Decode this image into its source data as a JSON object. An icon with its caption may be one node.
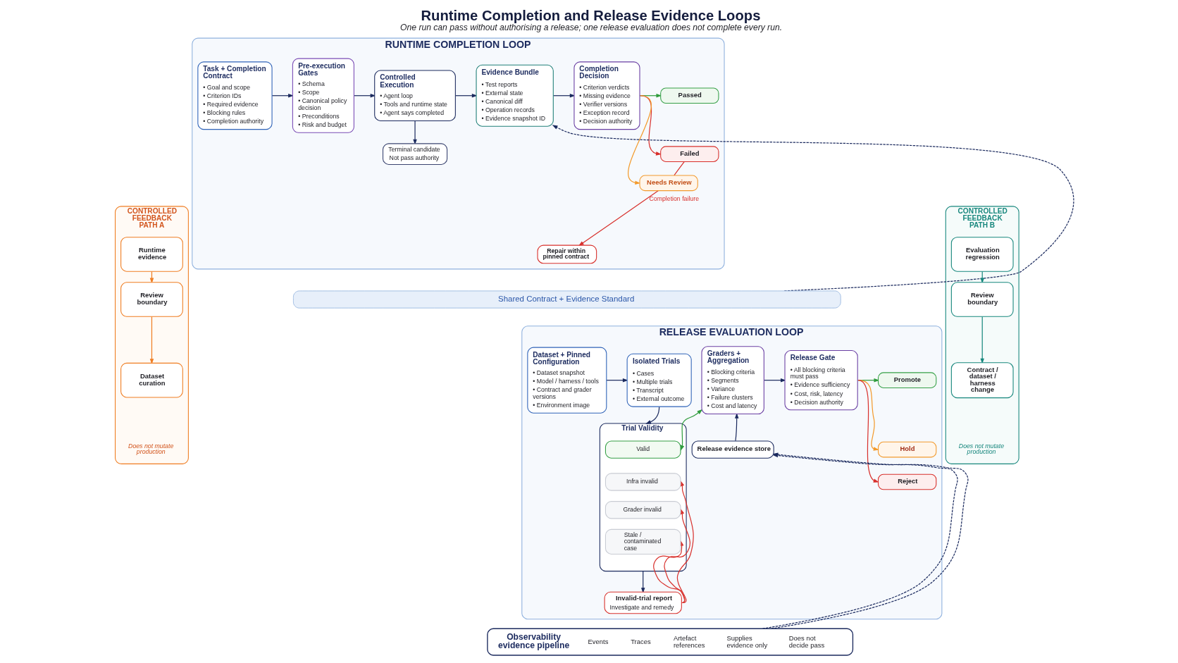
{
  "diagram": {
    "title": "Runtime Completion and Release Evidence Loops",
    "caption": "One run can pass without authorising a release; one release evaluation does not complete every run.",
    "nodes": [
      {
        "text": [
          "CONTROLLED FEEDBACK PATH A",
          "Does not mutate production"
        ]
      },
      {
        "text": [
          "Runtime evidence"
        ],
        "in": 0
      },
      {
        "text": [
          "Review boundary"
        ],
        "in": 0
      },
      {
        "text": [
          "Dataset curation"
        ],
        "in": 0
      },
      {
        "text": [
          "RUNTIME COMPLETION LOOP"
        ]
      },
      {
        "text": [
          "Task + Completion Contract",
          "• Goal and scope",
          "• Criterion IDs",
          "• Required evidence",
          "• Blocking rules",
          "• Completion authority"
        ],
        "in": 4
      },
      {
        "text": [
          "Pre-execution Gates",
          "• Schema",
          "• Scope",
          "• Canonical policy decision",
          "• Preconditions",
          "• Risk and budget"
        ],
        "in": 4
      },
      {
        "text": [
          "Controlled Execution",
          "• Agent loop",
          "• Tools and runtime state",
          "• Agent says completed"
        ],
        "in": 4
      },
      {
        "text": [
          "Terminal candidate",
          "Not pass authority"
        ],
        "in": 4
      },
      {
        "text": [
          "Evidence Bundle",
          "• Test reports",
          "• External state",
          "• Canonical diff",
          "• Operation records",
          "• Evidence snapshot ID"
        ],
        "in": 4
      },
      {
        "text": [
          "Completion Decision",
          "• Criterion verdicts",
          "• Missing evidence",
          "• Verifier versions",
          "• Exception record",
          "• Decision authority"
        ],
        "in": 4
      },
      {
        "text": [
          "Passed"
        ],
        "in": 4
      },
      {
        "text": [
          "Failed"
        ],
        "in": 4
      },
      {
        "text": [
          "Needs Review"
        ],
        "in": 4
      },
      {
        "text": [
          "Repair within pinned contract"
        ],
        "in": 4
      },
      {
        "text": [
          "Shared Contract + Evidence Standard"
        ]
      },
      {
        "text": [
          "RELEASE EVALUATION LOOP"
        ]
      },
      {
        "text": [
          "Dataset + Pinned Configuration",
          "• Dataset snapshot",
          "• Model / harness / tools",
          "• Contract and grader versions",
          "• Environment image"
        ],
        "in": 16
      },
      {
        "text": [
          "Isolated Trials",
          "• Cases",
          "• Multiple trials",
          "• Transcript",
          "• External outcome"
        ],
        "in": 16
      },
      {
        "text": [
          "Trial Validity"
        ],
        "in": 16
      },
      {
        "text": [
          "Valid"
        ],
        "in": 19
      },
      {
        "text": [
          "Infra invalid"
        ],
        "in": 19
      },
      {
        "text": [
          "Grader invalid"
        ],
        "in": 19
      },
      {
        "text": [
          "Stale / contaminated case"
        ],
        "in": 19
      },
      {
        "text": [
          "Invalid-trial report",
          "Investigate and remedy"
        ],
        "in": 16
      },
      {
        "text": [
          "Graders + Aggregation",
          "• Blocking criteria",
          "• Segments",
          "• Variance",
          "• Failure clusters",
          "• Cost and latency"
        ],
        "in": 16
      },
      {
        "text": [
          "Release Gate",
          "• All blocking criteria must pass",
          "• Evidence sufficiency",
          "• Cost, risk, latency",
          "• Decision authority"
        ],
        "in": 16
      },
      {
        "text": [
          "Promote"
        ],
        "in": 16
      },
      {
        "text": [
          "Hold"
        ],
        "in": 16
      },
      {
        "text": [
          "Reject"
        ],
        "in": 16
      },
      {
        "text": [
          "Release evidence store"
        ],
        "in": 16
      },
      {
        "text": [
          "Observability evidence pipeline",
          "Events",
          "Traces",
          "Artefact references",
          "Supplies evidence only",
          "Does not decide pass"
        ]
      },
      {
        "text": [
          "CONTROLLED FEEDBACK PATH B",
          "Does not mutate production"
        ]
      },
      {
        "text": [
          "Evaluation regression"
        ],
        "in": 32
      },
      {
        "text": [
          "Review boundary"
        ],
        "in": 32
      },
      {
        "text": [
          "Contract / dataset / harness change"
        ],
        "in": 32
      }
    ],
    "edges": [
      {
        "from": 1,
        "to": 2,
        "arrow": "to",
        "color": "#ef7d22"
      },
      {
        "from": 2,
        "to": 3,
        "arrow": "to",
        "color": "#ef7d22"
      },
      {
        "from": 5,
        "to": 6,
        "arrow": "to"
      },
      {
        "from": 6,
        "to": 7,
        "arrow": "to"
      },
      {
        "from": 7,
        "to": 9,
        "arrow": "to"
      },
      {
        "from": 7,
        "to": 8,
        "arrow": "to"
      },
      {
        "from": 9,
        "to": 10,
        "arrow": "to"
      },
      {
        "from": 10,
        "to": 11,
        "arrow": "to",
        "color": "#2e9b3c"
      },
      {
        "from": 10,
        "to": 12,
        "arrow": "to",
        "color": "#d8302c"
      },
      {
        "from": 10,
        "to": 13,
        "arrow": "to",
        "color": "#f39a2b"
      },
      {
        "from": 12,
        "to": 13,
        "arrow": "none",
        "color": "#d8302c"
      },
      {
        "from": 13,
        "to": 14,
        "arrow": "to",
        "color": "#d8302c",
        "label": "Completion failure"
      },
      {
        "from": 15,
        "to": 9,
        "arrow": "to",
        "style": "dashed"
      },
      {
        "from": 17,
        "to": 18,
        "arrow": "to"
      },
      {
        "from": 18,
        "to": 19,
        "arrow": "to"
      },
      {
        "from": 20,
        "to": 25,
        "arrow": "both",
        "color": "#2e9b3c"
      },
      {
        "from": 24,
        "to": 21,
        "arrow": "to",
        "color": "#d8302c"
      },
      {
        "from": 24,
        "to": 22,
        "arrow": "to",
        "color": "#d8302c"
      },
      {
        "from": 24,
        "to": 23,
        "arrow": "to",
        "color": "#d8302c"
      },
      {
        "from": 19,
        "to": 24,
        "arrow": "to"
      },
      {
        "from": 25,
        "to": 26,
        "arrow": "to"
      },
      {
        "from": 26,
        "to": 27,
        "arrow": "to",
        "color": "#2e9b3c"
      },
      {
        "from": 26,
        "to": 28,
        "arrow": "to",
        "color": "#f39a2b"
      },
      {
        "from": 26,
        "to": 29,
        "arrow": "to",
        "color": "#d8302c"
      },
      {
        "from": 30,
        "to": 25,
        "arrow": "to"
      },
      {
        "from": 31,
        "to": 30,
        "arrow": "to",
        "style": "dashed"
      },
      {
        "from": 31,
        "to": 30,
        "arrow": "to",
        "style": "dashed"
      },
      {
        "from": 33,
        "to": 34,
        "arrow": "to",
        "color": "#17877d"
      },
      {
        "from": 34,
        "to": 35,
        "arrow": "to",
        "color": "#17877d"
      }
    ]
  }
}
